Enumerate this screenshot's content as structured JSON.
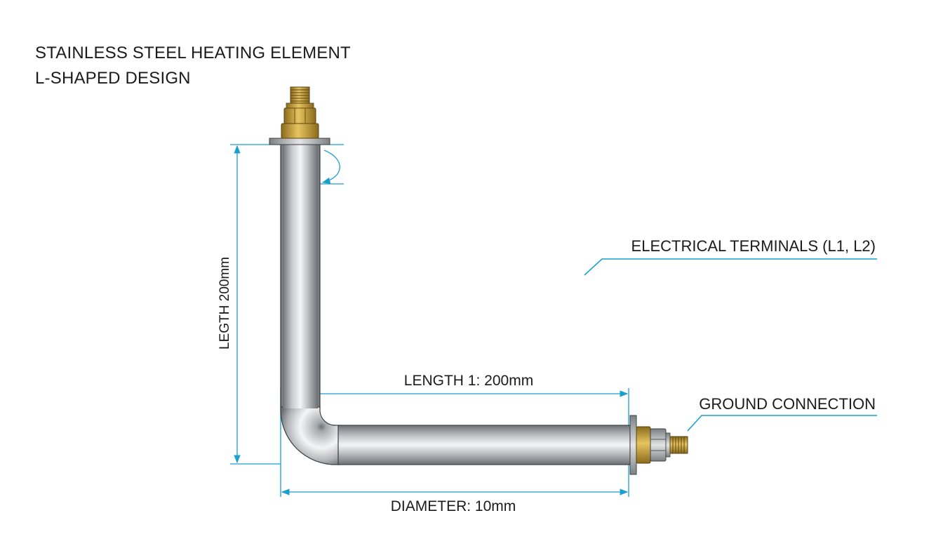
{
  "title": {
    "line1": "STAINLESS STEEL HEATING ELEMENT",
    "line2": "L-SHAPED DESIGN"
  },
  "labels": {
    "vertical_length": "LEGTH 200mm",
    "horizontal_length": "LENGTH 1: 200mm",
    "diameter": "DIAMETER: 10mm",
    "terminals": "ELECTRICAL TERMINALS (L1, L2)",
    "ground": "GROUND CONNECTION"
  },
  "colors": {
    "dimension_line": "#1a9fd0",
    "tube_steel": "#b7babd",
    "brass": "#c9a13b",
    "nut_steel": "#a9acae",
    "text": "#1b1b1b"
  }
}
